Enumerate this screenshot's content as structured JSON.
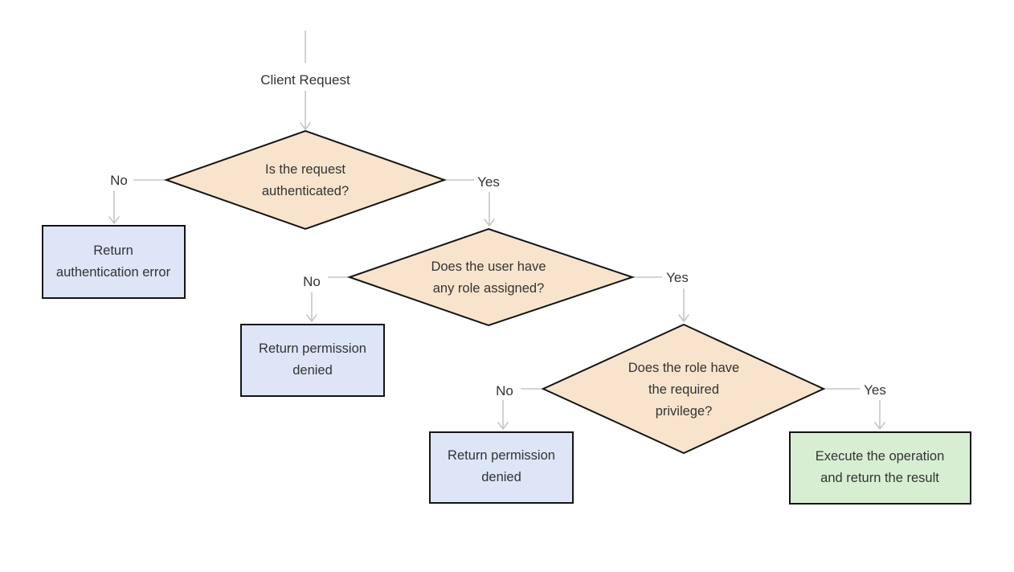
{
  "colors": {
    "background": "#ffffff",
    "decision_fill": "#f8e4cc",
    "deny_fill": "#dde5f7",
    "success_fill": "#d8eed3",
    "shape_border": "#141414",
    "edge": "#c3c6c9",
    "text": "#333333"
  },
  "flowchart": {
    "start_label": "Client Request",
    "branch_yes": "Yes",
    "branch_no": "No",
    "decisions": [
      {
        "lines": [
          "Is the request",
          "authenticated?"
        ]
      },
      {
        "lines": [
          "Does the user have",
          "any role assigned?"
        ]
      },
      {
        "lines": [
          "Does the role have",
          "the required",
          "privilege?"
        ]
      }
    ],
    "outcomes": [
      {
        "kind": "deny",
        "lines": [
          "Return",
          "authentication error"
        ]
      },
      {
        "kind": "deny",
        "lines": [
          "Return permission",
          "denied"
        ]
      },
      {
        "kind": "deny",
        "lines": [
          "Return permission",
          "denied"
        ]
      },
      {
        "kind": "success",
        "lines": [
          "Execute the operation",
          "and return the result"
        ]
      }
    ]
  }
}
